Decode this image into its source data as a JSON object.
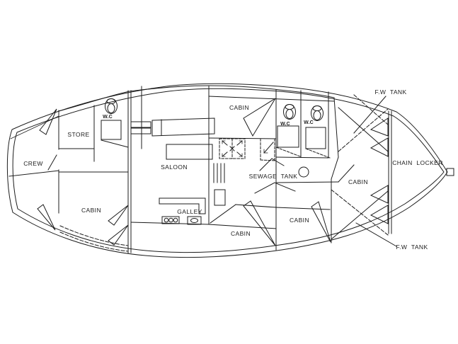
{
  "plan": {
    "type": "boat-interior-deck-plan",
    "labels": {
      "crew": "CREW",
      "store": "STORE",
      "wc_aft": "W.C",
      "wc_mid": "W.C",
      "wc_fwd": "W.C",
      "saloon": "SALOON",
      "galley": "GALLEY",
      "cabin_fwd_port": "CABIN",
      "cabin_fore": "CABIN",
      "cabin_stbd_fwd": "CABIN",
      "cabin_stbd_mid": "CABIN",
      "cabin_aft_port": "CABIN",
      "sewage_tank": "SEWAGE TANK",
      "chain_locker": "CHAIN LOCKER",
      "fw_tank_upper": "F.W TANK",
      "fw_tank_lower": "F.W TANK"
    },
    "icons": [
      "toilet-icon",
      "shower-grate-icon",
      "stove-icon",
      "sink-icon",
      "deck-hatch-icon",
      "companionway-steps-icon",
      "bow-stem-fitting-icon",
      "door-swing-icon"
    ],
    "colors": {
      "line": "#1c1c1c",
      "background": "#ffffff"
    }
  }
}
